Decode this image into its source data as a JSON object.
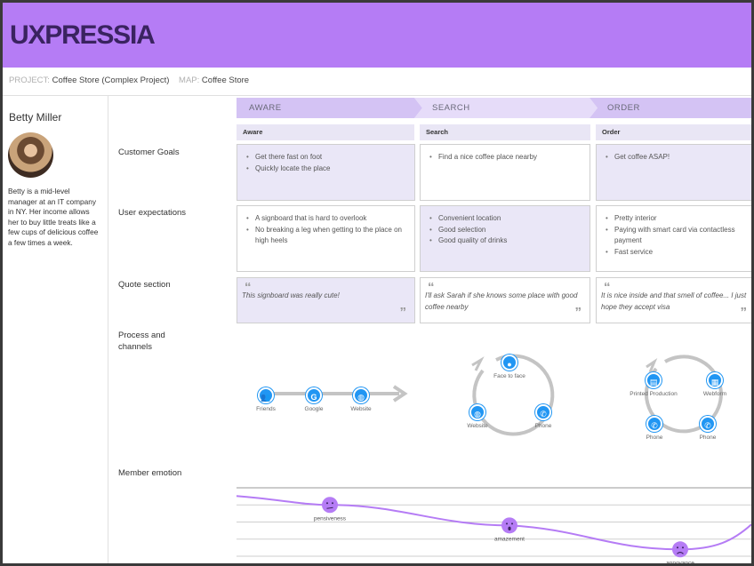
{
  "header": {
    "logo": "UXPRESSIA"
  },
  "breadcrumb": {
    "project_label": "PROJECT:",
    "project_value": "Coffee Store (Complex Project)",
    "map_label": "MAP:",
    "map_value": "Coffee Store"
  },
  "persona": {
    "name": "Betty Miller",
    "description": "Betty is a mid-level manager at an IT company in NY. Her income allows her to buy little treats like a few cups of delicious coffee a few times a week."
  },
  "rows": {
    "goals": "Customer Goals",
    "expectations": "User expectations",
    "quote": "Quote section",
    "process": "Process and channels",
    "emotion": "Member emotion"
  },
  "stages": [
    {
      "name": "AWARE",
      "sub": "Aware"
    },
    {
      "name": "SEARCH",
      "sub": "Search"
    },
    {
      "name": "ORDER",
      "sub": "Order"
    }
  ],
  "goals": [
    [
      "Get there fast on foot",
      "Quickly locate the place"
    ],
    [
      "Find a nice coffee place nearby"
    ],
    [
      "Get coffee ASAP!"
    ]
  ],
  "expectations": [
    [
      "A signboard that is hard to overlook",
      "No breaking a leg when getting to the place on high heels"
    ],
    [
      "Convenient location",
      "Good selection",
      "Good quality of drinks"
    ],
    [
      "Pretty interior",
      "Paying with smart card via contactless payment",
      "Fast service"
    ]
  ],
  "quotes": [
    "This signboard was really cute!",
    "I'll ask Sarah if she knows some place with good coffee nearby",
    "It is nice inside and that smell of coffee... I just hope they accept visa"
  ],
  "channels": {
    "aware": [
      {
        "label": "Friends",
        "icon": "people-icon"
      },
      {
        "label": "Google",
        "icon": "google-icon"
      },
      {
        "label": "Website",
        "icon": "globe-icon"
      }
    ],
    "search": [
      {
        "label": "Face to face",
        "icon": "person-icon"
      },
      {
        "label": "Website",
        "icon": "globe-icon"
      },
      {
        "label": "Phone",
        "icon": "phone-icon"
      }
    ],
    "order": [
      {
        "label": "Printed Production",
        "icon": "document-icon"
      },
      {
        "label": "Webform",
        "icon": "form-icon"
      },
      {
        "label": "Phone",
        "icon": "phone-icon"
      },
      {
        "label": "Phone",
        "icon": "phone-icon"
      }
    ]
  },
  "emotions": [
    {
      "label": "pensiveness",
      "level": 0.75,
      "face": "neutral"
    },
    {
      "label": "amazement",
      "level": 0.45,
      "face": "surprised"
    },
    {
      "label": "annoyance",
      "level": 0.1,
      "face": "sad"
    }
  ],
  "colors": {
    "header": "#b57cf5",
    "logo": "#3a2360",
    "stage_dark": "#d4c3f4",
    "stage_light": "#e6dcf9",
    "card_shade": "#eae7f7",
    "channel_blue": "#2196f3",
    "emotion_line": "#b57cf5",
    "emotion_face": "#b57cf5"
  }
}
